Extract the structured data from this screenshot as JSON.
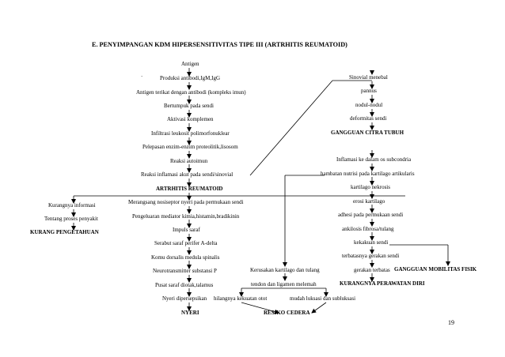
{
  "title": "E. PENYIMPANGAN KDM HIPERSENSITIVITAS TIPE III (ARTRHITIS REUMATOID)",
  "page_number": "19",
  "center_chain": [
    "Antigen",
    "Produksi antibodi,IgM,IgG",
    "Antigen terikat dengan antibodi (kompleks imun)",
    "Bertumpuk pada sendi",
    "Aktivasi komplemen",
    "Infiltrasi leukosit polimorfonuklear",
    "Pelepasan enzim-enzim proteolitik,lisosom",
    "Reaksi autoimun",
    "Reaksi inflamasi akut pada sendi/sinovial",
    "ARTRHITIS REUMATOID",
    "Merangsang nosiseptor nyeri pada permukaan sendi",
    "Pengeluaran mediator kimia,histamin,bradikinin",
    "Impuls saraf",
    "Serabut saraf perifer A-delta",
    "Komu dorsalis medula spinalis",
    "Neurotransmitter substansi P",
    "Pusat saraf diotak,talamus",
    "Nyeri dipersepsikan",
    "NYERI"
  ],
  "left_chain": [
    "Kurangnya informasi",
    "Tentang proses penyakit",
    "KURANG PENGETAHUAN"
  ],
  "right_top_chain": [
    "Sinovial menebal",
    "pannus",
    "nodul-nodul",
    "deformitas sendi",
    "GANGGUAN CITRA TUBUH"
  ],
  "right_bottom_chain": [
    "Inflamasi ke dalam os subcondria",
    "hambatan nutrisi pada kartilago artikularis",
    "kartilago nekrosis",
    "erosi kartilago",
    "adhesi pada permukaan sendi",
    "ankilosis fibrosa/tulang",
    "kekakuan sendi",
    "terbatasnya gerakan sendi",
    "gerakan terbatas",
    "KURANGNYA PERAWATAN DIRI"
  ],
  "side_labels": {
    "mobility": "GANGGUAN MOBILITAS FISIK",
    "kerusakan": "Kerusakan kartilago dan tulang",
    "tendon": "tendon dan ligamen melemah",
    "hilang": "hilangnya kekuatan otot",
    "mudah": "mudah luksasi dan subluksasi",
    "resiko": "RESIKO CEDERA"
  }
}
